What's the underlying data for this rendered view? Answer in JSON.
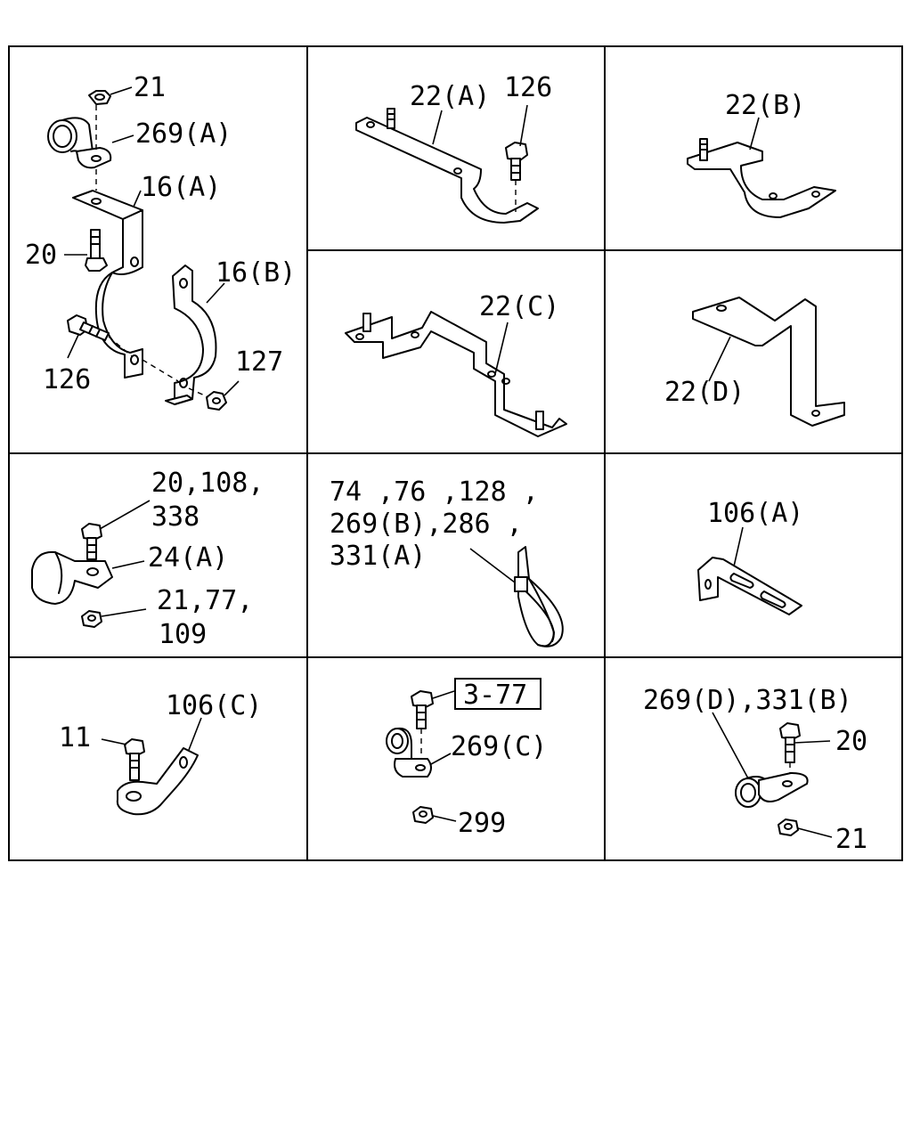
{
  "panels": {
    "p1": {
      "labels": [
        "21",
        "269(A)",
        "16(A)",
        "20",
        "16(B)",
        "126",
        "127"
      ]
    },
    "p2": {
      "labels": [
        "22(A)",
        "126"
      ]
    },
    "p3": {
      "labels": [
        "22(B)"
      ]
    },
    "p4": {
      "labels": [
        "22(C)"
      ]
    },
    "p5": {
      "labels": [
        "22(D)"
      ]
    },
    "p6": {
      "labels": [
        "20,108,",
        "338",
        "24(A)",
        "21,77,",
        "109"
      ]
    },
    "p7": {
      "labels": [
        "74 ,76 ,128 ,",
        "269(B),286 ,",
        "331(A)"
      ]
    },
    "p8": {
      "labels": [
        "106(A)"
      ]
    },
    "p9": {
      "labels": [
        "11",
        "106(C)"
      ]
    },
    "p10": {
      "labels": [
        "3-77",
        "269(C)",
        "299"
      ]
    },
    "p11": {
      "labels": [
        "269(D),331(B)",
        "20",
        "21"
      ]
    }
  }
}
